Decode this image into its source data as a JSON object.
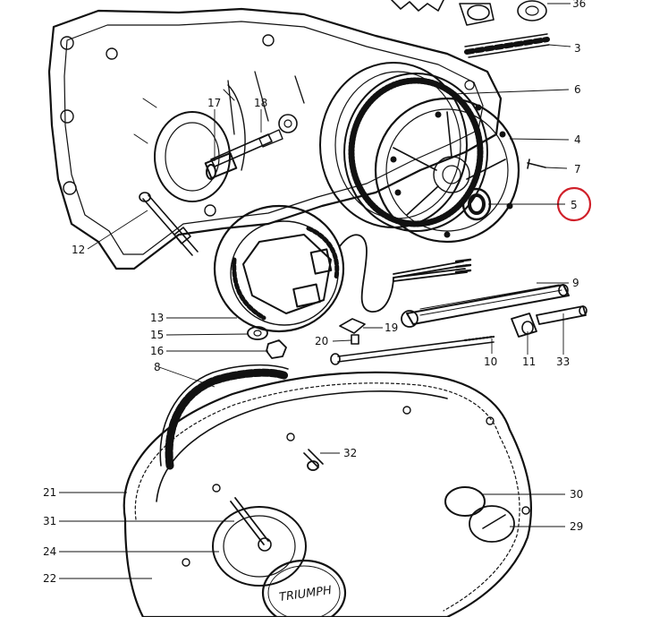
{
  "diagram": {
    "logo_text": "TRIUMPH",
    "highlight_color": "#d0202a",
    "ink_color": "#111111",
    "callouts": [
      {
        "id": "c36",
        "label": "36"
      },
      {
        "id": "c3",
        "label": "3"
      },
      {
        "id": "c6",
        "label": "6"
      },
      {
        "id": "c4",
        "label": "4"
      },
      {
        "id": "c7",
        "label": "7"
      },
      {
        "id": "c5",
        "label": "5",
        "highlighted": true
      },
      {
        "id": "c17",
        "label": "17"
      },
      {
        "id": "c18",
        "label": "18"
      },
      {
        "id": "c12",
        "label": "12"
      },
      {
        "id": "c9",
        "label": "9"
      },
      {
        "id": "c13",
        "label": "13"
      },
      {
        "id": "c15",
        "label": "15"
      },
      {
        "id": "c16",
        "label": "16"
      },
      {
        "id": "c19",
        "label": "19"
      },
      {
        "id": "c20",
        "label": "20"
      },
      {
        "id": "c10",
        "label": "10"
      },
      {
        "id": "c11",
        "label": "11"
      },
      {
        "id": "c33",
        "label": "33"
      },
      {
        "id": "c8",
        "label": "8"
      },
      {
        "id": "c32",
        "label": "32"
      },
      {
        "id": "c21",
        "label": "21"
      },
      {
        "id": "c30",
        "label": "30"
      },
      {
        "id": "c31",
        "label": "31"
      },
      {
        "id": "c29",
        "label": "29"
      },
      {
        "id": "c24",
        "label": "24"
      },
      {
        "id": "c22",
        "label": "22"
      }
    ]
  }
}
